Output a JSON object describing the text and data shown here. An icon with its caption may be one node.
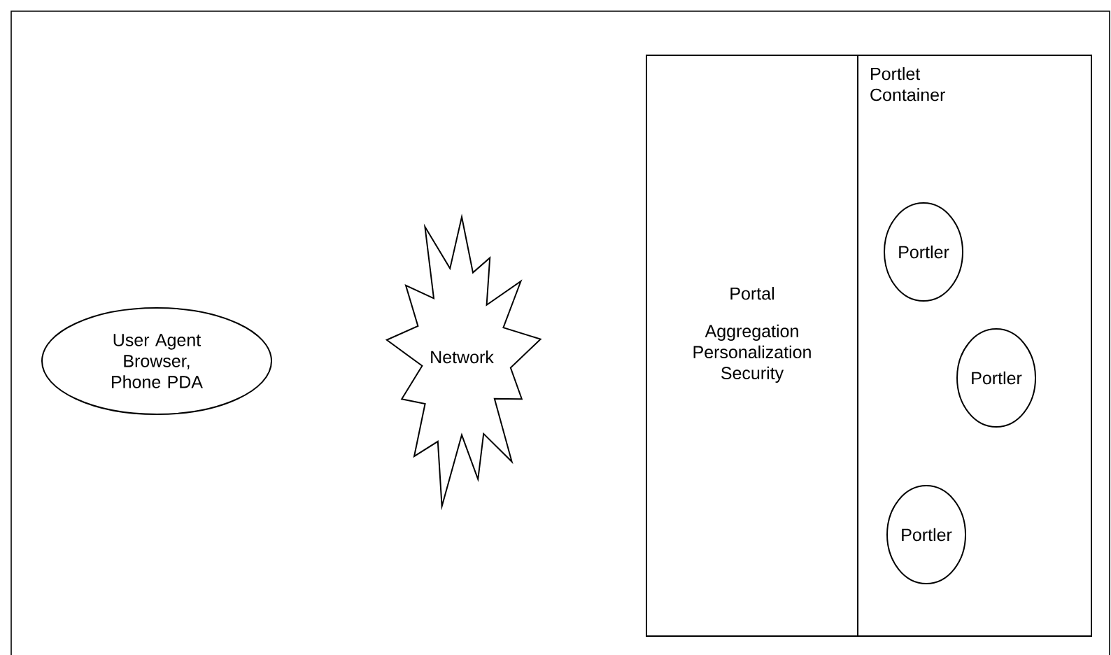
{
  "diagram": {
    "nodes": [
      {
        "text": [
          "User Agent Browser, Phone PDA"
        ]
      },
      {
        "text": [
          "Network"
        ]
      },
      {
        "text": [
          "Portal",
          "Aggregation Personalization Security"
        ]
      },
      {
        "text": [
          "Portlet Container"
        ]
      },
      {
        "text": [
          "Portler"
        ],
        "in": 3
      },
      {
        "text": [
          "Portler"
        ],
        "in": 3
      },
      {
        "text": [
          "Portler"
        ],
        "in": 3
      }
    ],
    "edges": []
  }
}
